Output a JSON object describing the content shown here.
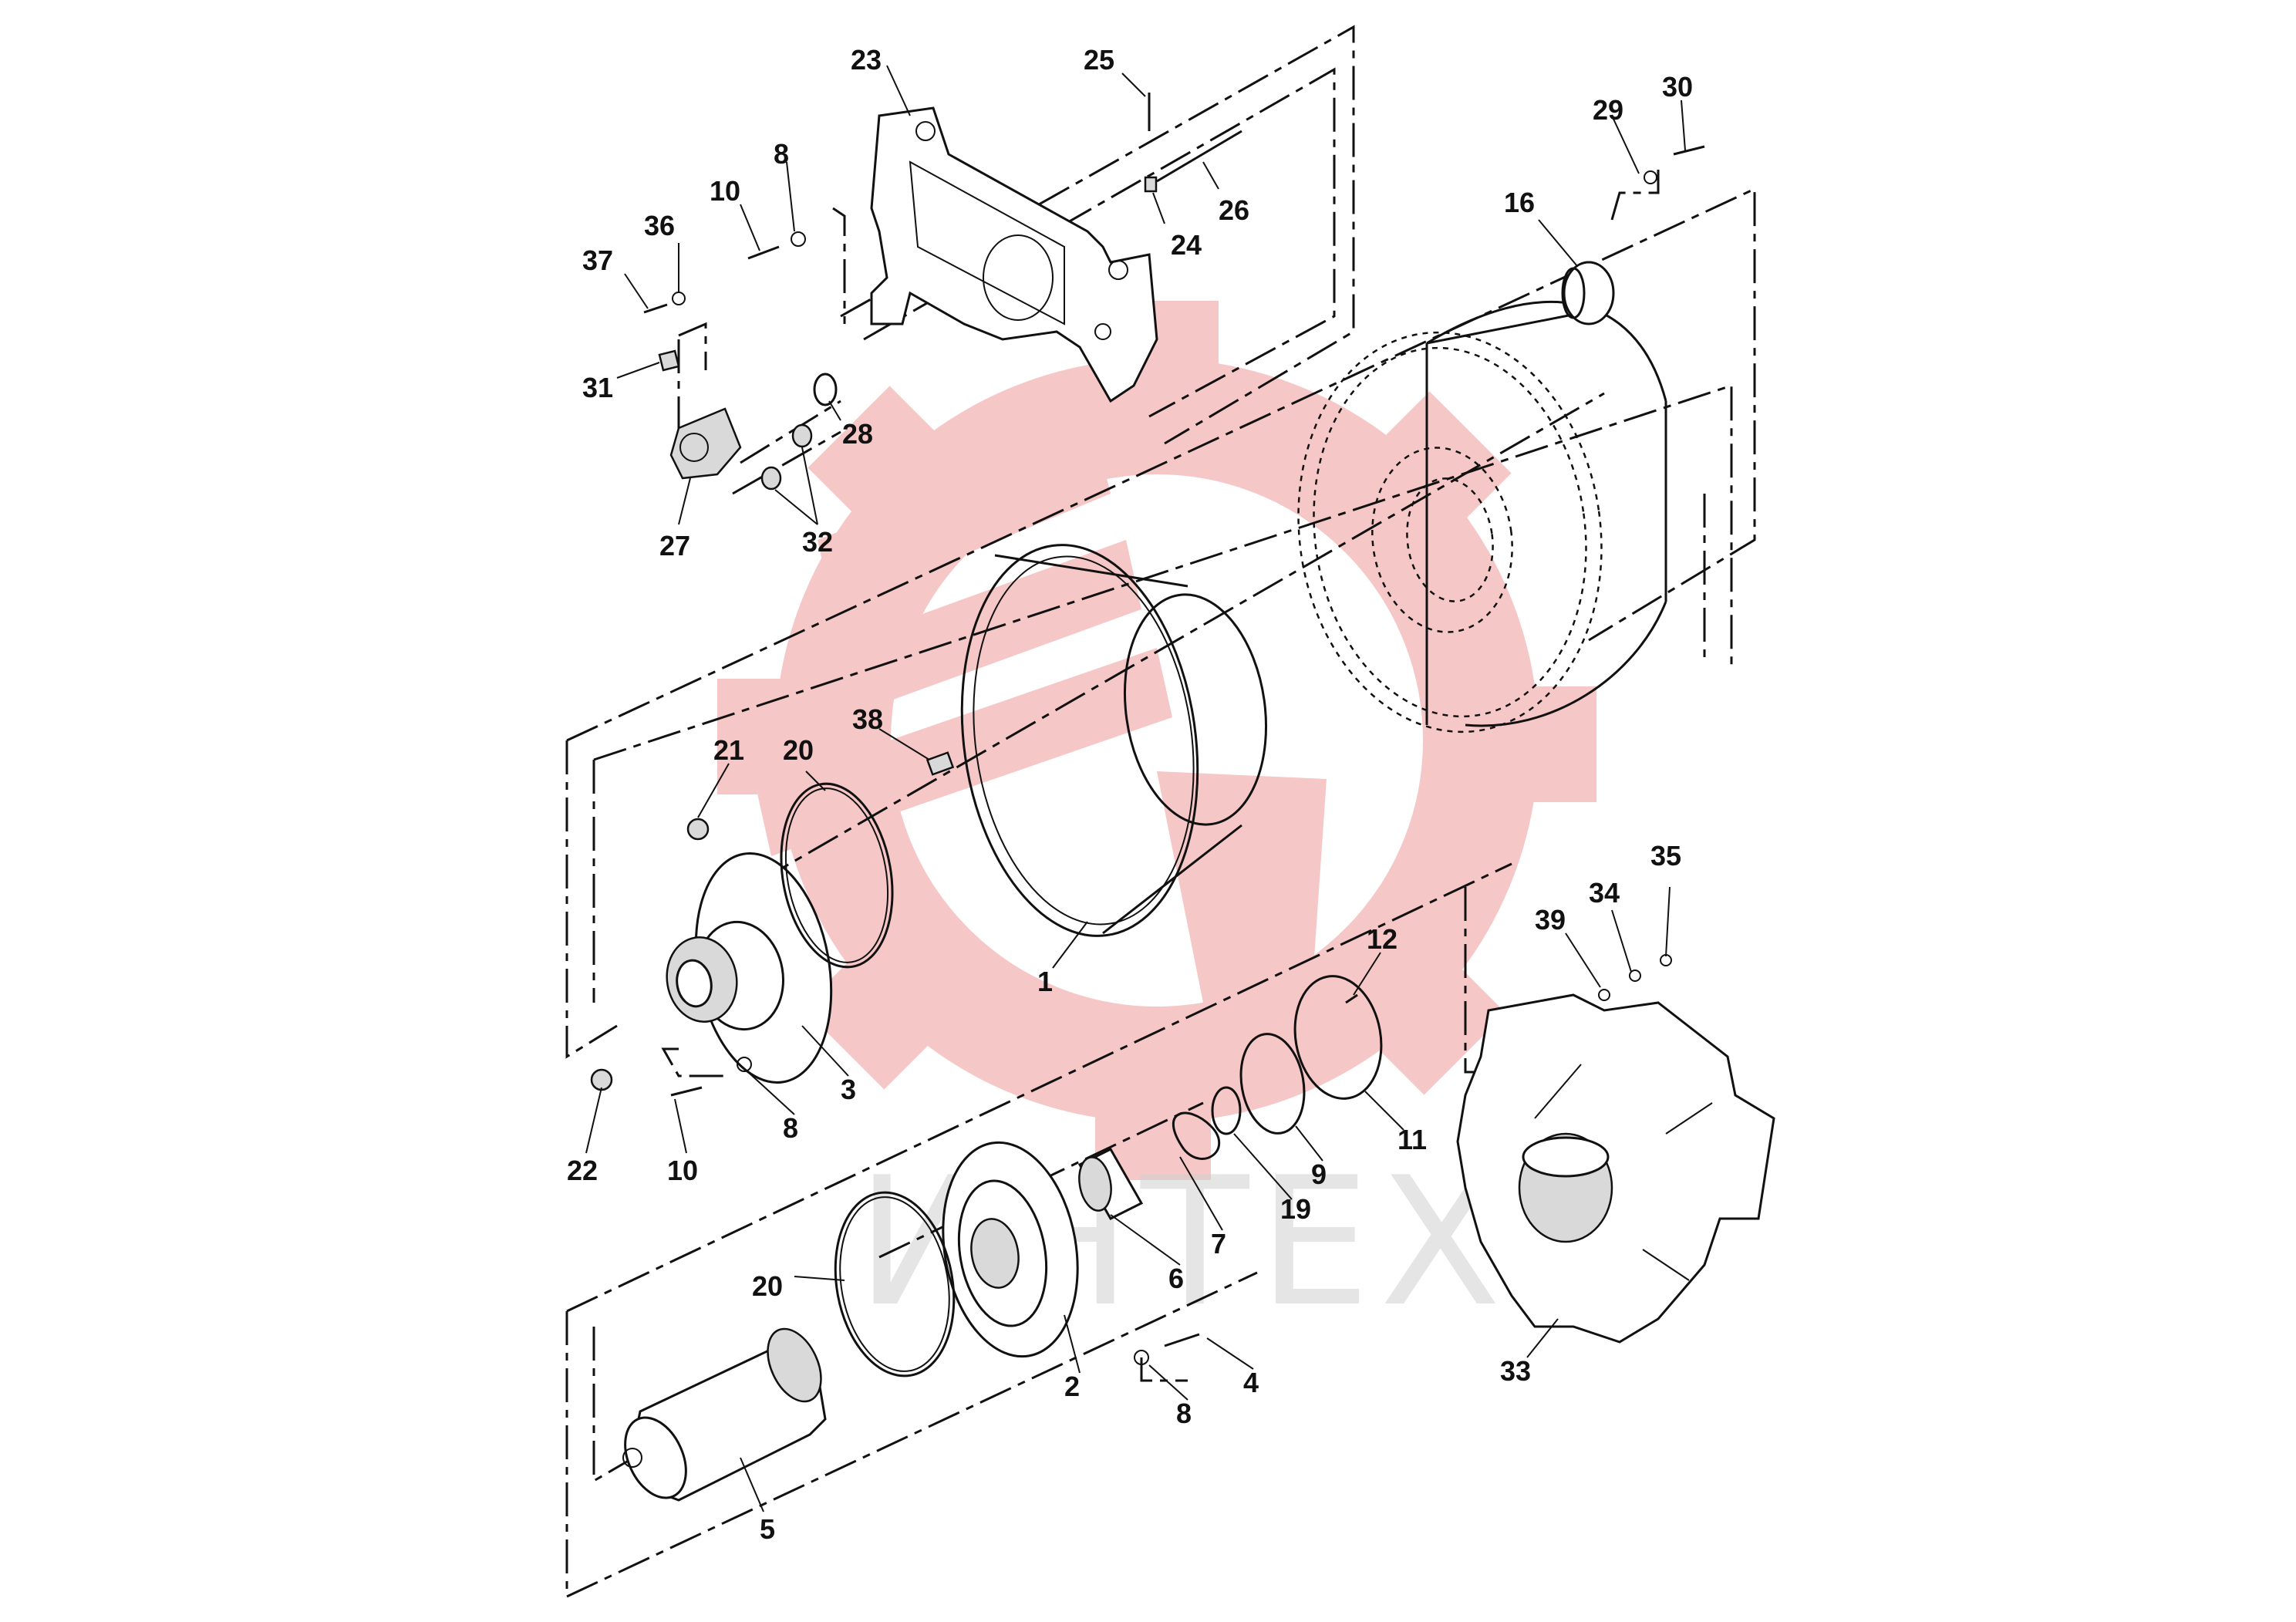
{
  "watermark": {
    "text": "ИНТЕХ",
    "logo_color": "#f3b4b4"
  },
  "callouts": [
    {
      "id": "c1",
      "text": "1"
    },
    {
      "id": "c2",
      "text": "2"
    },
    {
      "id": "c3",
      "text": "3"
    },
    {
      "id": "c4",
      "text": "4"
    },
    {
      "id": "c5",
      "text": "5"
    },
    {
      "id": "c6",
      "text": "6"
    },
    {
      "id": "c7",
      "text": "7"
    },
    {
      "id": "c8a",
      "text": "8"
    },
    {
      "id": "c8b",
      "text": "8"
    },
    {
      "id": "c8c",
      "text": "8"
    },
    {
      "id": "c9",
      "text": "9"
    },
    {
      "id": "c10a",
      "text": "10"
    },
    {
      "id": "c10b",
      "text": "10"
    },
    {
      "id": "c11",
      "text": "11"
    },
    {
      "id": "c12",
      "text": "12"
    },
    {
      "id": "c16",
      "text": "16"
    },
    {
      "id": "c19",
      "text": "19"
    },
    {
      "id": "c20a",
      "text": "20"
    },
    {
      "id": "c20b",
      "text": "20"
    },
    {
      "id": "c21",
      "text": "21"
    },
    {
      "id": "c22",
      "text": "22"
    },
    {
      "id": "c23",
      "text": "23"
    },
    {
      "id": "c24",
      "text": "24"
    },
    {
      "id": "c25",
      "text": "25"
    },
    {
      "id": "c26",
      "text": "26"
    },
    {
      "id": "c27",
      "text": "27"
    },
    {
      "id": "c28",
      "text": "28"
    },
    {
      "id": "c29",
      "text": "29"
    },
    {
      "id": "c30",
      "text": "30"
    },
    {
      "id": "c31",
      "text": "31"
    },
    {
      "id": "c32",
      "text": "32"
    },
    {
      "id": "c33",
      "text": "33"
    },
    {
      "id": "c34",
      "text": "34"
    },
    {
      "id": "c35",
      "text": "35"
    },
    {
      "id": "c36",
      "text": "36"
    },
    {
      "id": "c37",
      "text": "37"
    },
    {
      "id": "c38",
      "text": "38"
    },
    {
      "id": "c39",
      "text": "39"
    }
  ]
}
